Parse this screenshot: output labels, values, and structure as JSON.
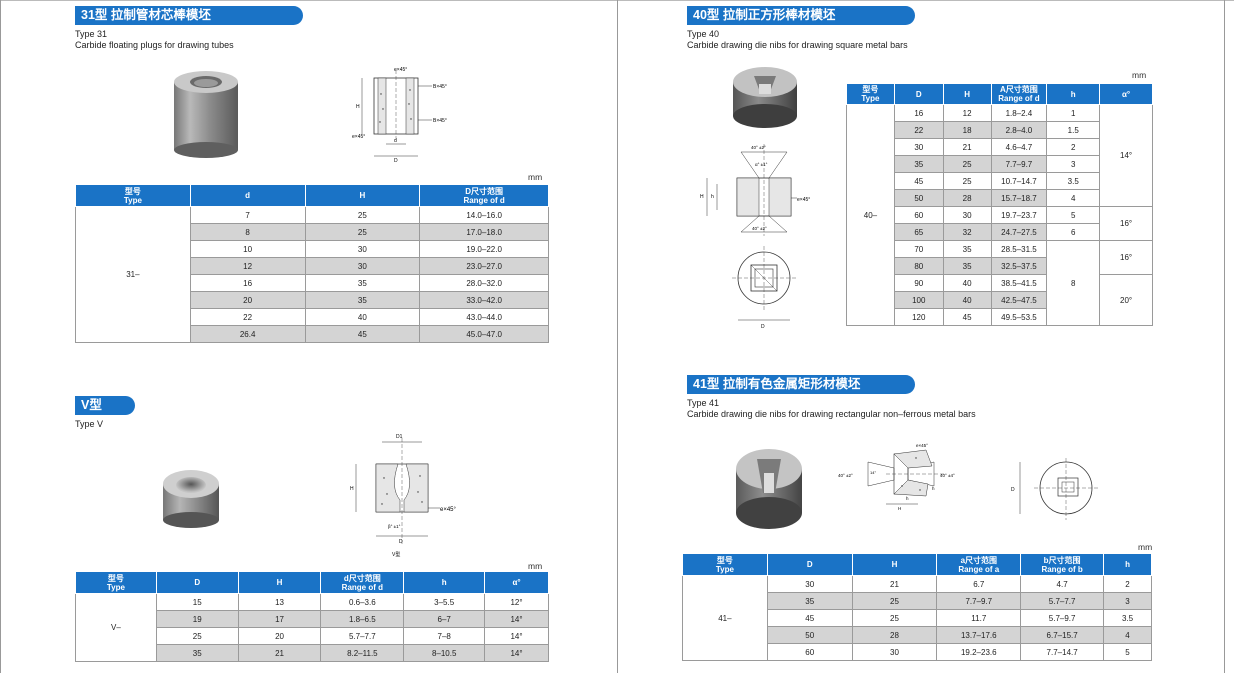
{
  "sections": {
    "s31": {
      "title": "31型  拉制管材芯棒模坯",
      "type_en": "Type 31",
      "desc_en": "Carbide floating plugs for drawing tubes",
      "unit": "mm",
      "headers": [
        "型号\nType",
        "d",
        "H",
        "D尺寸范围\nRange of d"
      ],
      "model": "31–",
      "rows": [
        [
          "7",
          "25",
          "14.0–16.0"
        ],
        [
          "8",
          "25",
          "17.0–18.0"
        ],
        [
          "10",
          "30",
          "19.0–22.0"
        ],
        [
          "12",
          "30",
          "23.0–27.0"
        ],
        [
          "16",
          "35",
          "28.0–32.0"
        ],
        [
          "20",
          "35",
          "33.0–42.0"
        ],
        [
          "22",
          "40",
          "43.0–44.0"
        ],
        [
          "26.4",
          "45",
          "45.0–47.0"
        ]
      ],
      "drawing_labels": [
        "e×45°",
        "B×45°",
        "B×45°",
        "e×45°",
        "H",
        "d",
        "D"
      ]
    },
    "sV": {
      "title": "V型",
      "type_en": "Type V",
      "unit": "mm",
      "headers": [
        "型号\nType",
        "D",
        "H",
        "d尺寸范围\nRange of d",
        "h",
        "α°"
      ],
      "model": "V–",
      "rows": [
        [
          "15",
          "13",
          "0.6–3.6",
          "3–5.5",
          "12°"
        ],
        [
          "19",
          "17",
          "1.8–6.5",
          "6–7",
          "14°"
        ],
        [
          "25",
          "20",
          "5.7–7.7",
          "7–8",
          "14°"
        ],
        [
          "35",
          "21",
          "8.2–11.5",
          "8–10.5",
          "14°"
        ]
      ],
      "drawing_labels": [
        "D1",
        "H",
        "e×45°",
        "β° ±1°",
        "D",
        "V型"
      ]
    },
    "s40": {
      "title": "40型  拉制正方形棒材模坯",
      "type_en": "Type 40",
      "desc_en": "Carbide drawing die nibs for drawing  square metal bars",
      "unit": "mm",
      "headers": [
        "型号\nType",
        "D",
        "H",
        "A尺寸范围\nRange of d",
        "h",
        "α°"
      ],
      "model": "40–",
      "rows": [
        [
          "16",
          "12",
          "1.8–2.4"
        ],
        [
          "22",
          "18",
          "2.8–4.0"
        ],
        [
          "30",
          "21",
          "4.6–4.7"
        ],
        [
          "35",
          "25",
          "7.7–9.7"
        ],
        [
          "45",
          "25",
          "10.7–14.7"
        ],
        [
          "50",
          "28",
          "15.7–18.7"
        ],
        [
          "60",
          "30",
          "19.7–23.7"
        ],
        [
          "65",
          "32",
          "24.7–27.5"
        ],
        [
          "70",
          "35",
          "28.5–31.5"
        ],
        [
          "80",
          "35",
          "32.5–37.5"
        ],
        [
          "90",
          "40",
          "38.5–41.5"
        ],
        [
          "100",
          "40",
          "42.5–47.5"
        ],
        [
          "120",
          "45",
          "49.5–53.5"
        ]
      ],
      "h_values": [
        "1",
        "1.5",
        "2",
        "3",
        "3.5",
        "4",
        "5",
        "6",
        "8"
      ],
      "alpha_values": [
        "14°",
        "16°",
        "16°",
        "20°"
      ],
      "drawing_labels": [
        "40° ±2°",
        "α° ±1°",
        "H",
        "h",
        "e×45°",
        "40° ±2°",
        "D"
      ]
    },
    "s41": {
      "title": "41型  拉制有色金属矩形材模坯",
      "type_en": "Type 41",
      "desc_en": "Carbide drawing die nibs for drawing rectangular non–ferrous metal bars",
      "unit": "mm",
      "headers": [
        "型号\nType",
        "D",
        "H",
        "a尺寸范围\nRange of a",
        "b尺寸范围\nRange of b",
        "h"
      ],
      "model": "41–",
      "rows": [
        [
          "30",
          "21",
          "6.7",
          "4.7",
          "2"
        ],
        [
          "35",
          "25",
          "7.7–9.7",
          "5.7–7.7",
          "3"
        ],
        [
          "45",
          "25",
          "11.7",
          "5.7–9.7",
          "3.5"
        ],
        [
          "50",
          "28",
          "13.7–17.6",
          "6.7–15.7",
          "4"
        ],
        [
          "60",
          "30",
          "19.2–23.6",
          "7.7–14.7",
          "5"
        ]
      ],
      "drawing_labels": [
        "e×45°",
        "40° ±2°",
        "14°",
        "40° ±4°",
        "h",
        "h",
        "H",
        "D"
      ]
    }
  }
}
